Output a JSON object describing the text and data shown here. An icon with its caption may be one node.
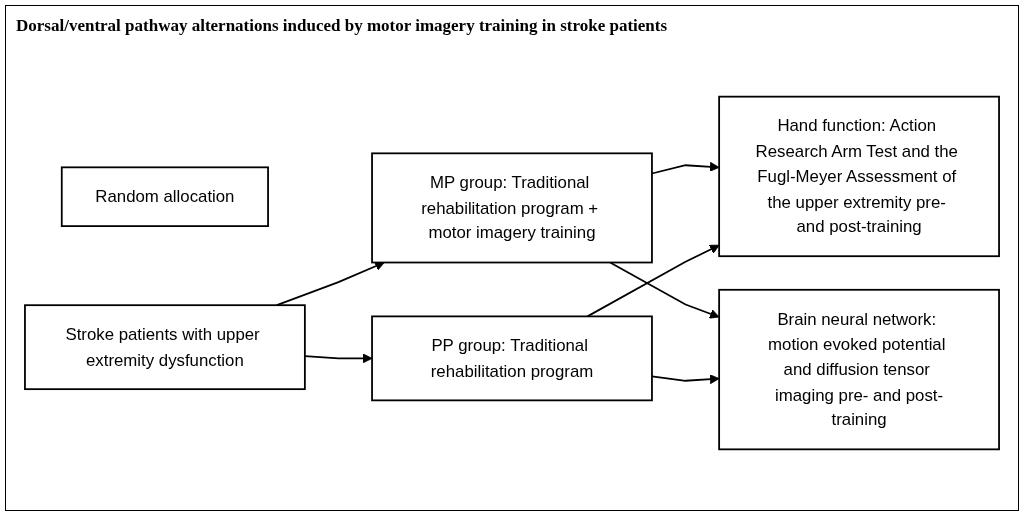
{
  "diagram": {
    "title": "Dorsal/ventral pathway alternations induced by motor imagery training in stroke patients",
    "nodes": [
      {
        "text": [
          "Stroke patients with upper extremity dysfunction"
        ]
      },
      {
        "text": [
          "Random allocation"
        ]
      },
      {
        "text": [
          "MP group: Traditional rehabilitation program + motor imagery training"
        ]
      },
      {
        "text": [
          "PP group: Traditional rehabilitation program"
        ]
      },
      {
        "text": [
          "Hand function: Action Research Arm Test and the Fugl-Meyer Assessment of the upper extremity pre- and post-training"
        ]
      },
      {
        "text": [
          "Brain neural network: motion evoked potential and diffusion tensor imaging pre- and post-training"
        ]
      }
    ],
    "edges": [
      {
        "from": 0,
        "to": 2,
        "arrow": "to"
      },
      {
        "from": 0,
        "to": 3,
        "arrow": "to"
      },
      {
        "from": 2,
        "to": 4,
        "arrow": "to"
      },
      {
        "from": 2,
        "to": 5,
        "arrow": "to"
      },
      {
        "from": 3,
        "to": 4,
        "arrow": "to"
      },
      {
        "from": 3,
        "to": 5,
        "arrow": "to"
      }
    ]
  }
}
